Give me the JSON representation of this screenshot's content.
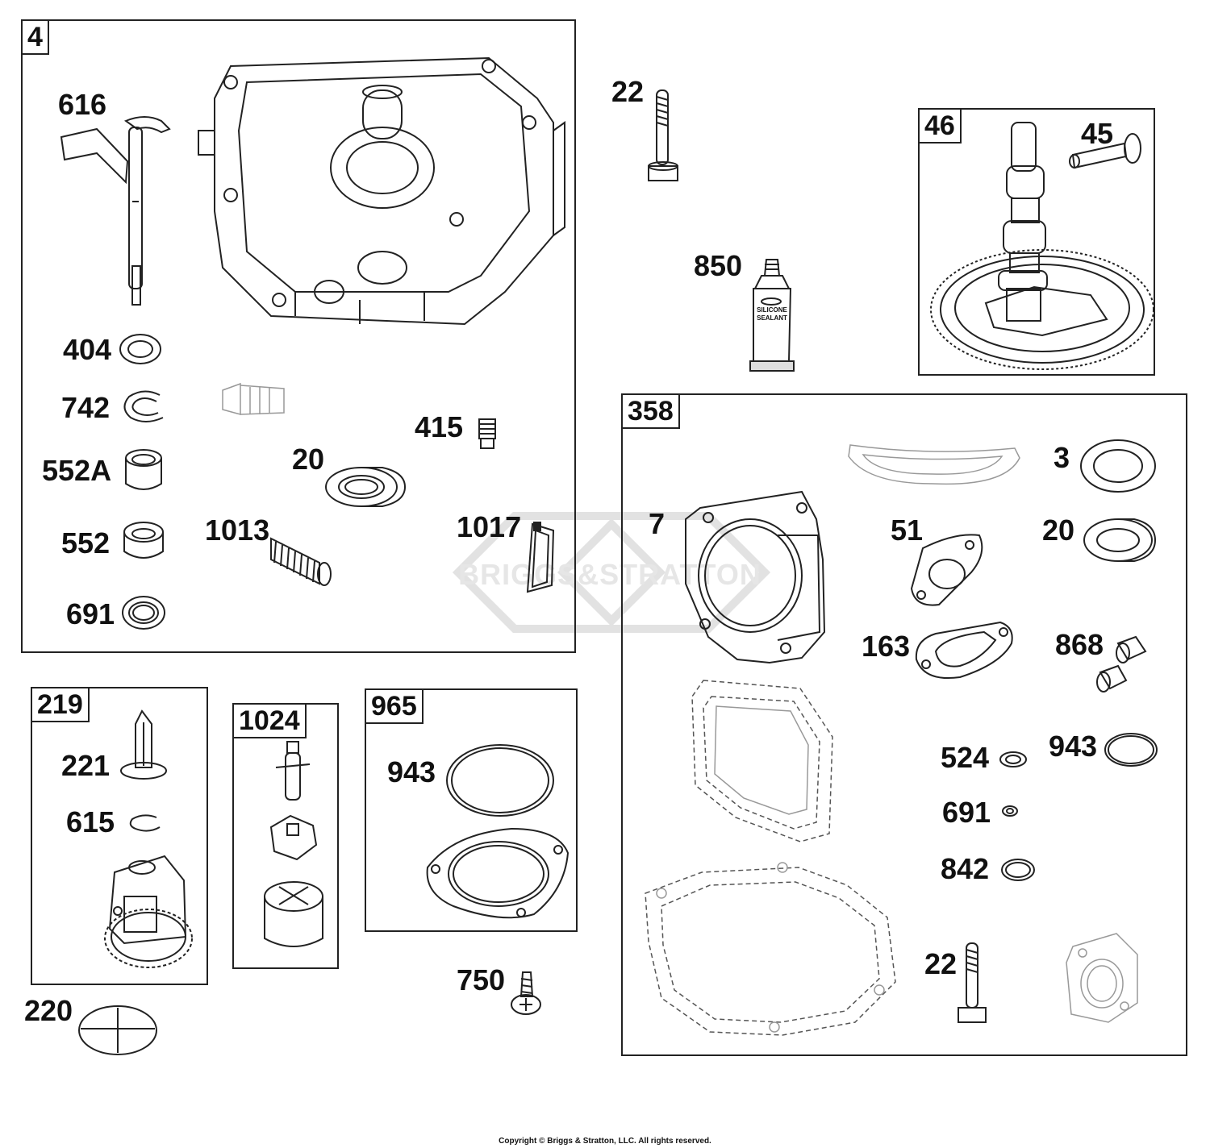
{
  "boxes": {
    "b4": "4",
    "b46": "46",
    "b358": "358",
    "b219": "219",
    "b1024": "1024",
    "b965": "965"
  },
  "parts": {
    "p616": "616",
    "p404": "404",
    "p742": "742",
    "p552a": "552A",
    "p552": "552",
    "p691a": "691",
    "p415": "415",
    "p20a": "20",
    "p1013": "1013",
    "p1017": "1017",
    "p22a": "22",
    "p850": "850",
    "p45": "45",
    "p3": "3",
    "p7": "7",
    "p51": "51",
    "p20b": "20",
    "p163": "163",
    "p868": "868",
    "p524": "524",
    "p943a": "943",
    "p691b": "691",
    "p842": "842",
    "p22b": "22",
    "p221": "221",
    "p615": "615",
    "p220": "220",
    "p943b": "943",
    "p750": "750"
  },
  "tube_text": {
    "line1": "SILICONE",
    "line2": "SEALANT"
  },
  "watermark": "BRIGGS&STRATTON",
  "copyright": "Copyright © Briggs & Stratton, LLC. All rights reserved."
}
